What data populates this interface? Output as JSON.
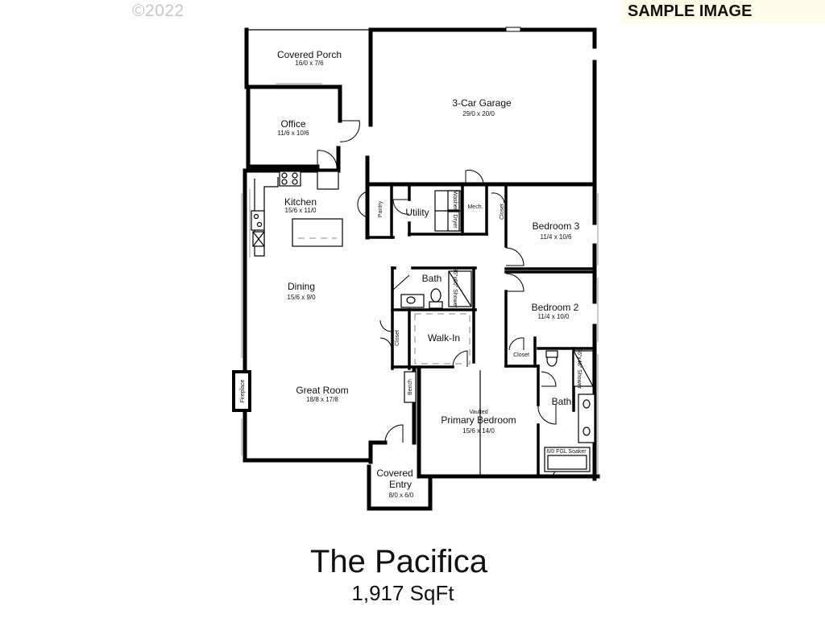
{
  "copyright": "©2022",
  "badge": "SAMPLE IMAGE",
  "plan": {
    "name": "The Pacifica",
    "area": "1,917 SqFt"
  },
  "rooms": {
    "covered_porch": {
      "name": "Covered Porch",
      "dims": "16/0 x 7/6"
    },
    "office": {
      "name": "Office",
      "dims": "11/6 x 10/6"
    },
    "garage": {
      "name": "3-Car Garage",
      "dims": "29/0 x 20/0"
    },
    "kitchen": {
      "name": "Kitchen",
      "dims": "15/6 x 11/0"
    },
    "pantry": {
      "name": "Pantry"
    },
    "utility": {
      "name": "Utility"
    },
    "washer": {
      "name": "Washer"
    },
    "dryer": {
      "name": "Dryer"
    },
    "mech": {
      "name": "Mech."
    },
    "closet_bed3": {
      "name": "Closet"
    },
    "bedroom3": {
      "name": "Bedroom 3",
      "dims": "11/4 x 10/6"
    },
    "bath_hall": {
      "name": "Bath"
    },
    "shower_hall": {
      "name": "36\"x60\" Shower"
    },
    "dining": {
      "name": "Dining",
      "dims": "15/6 x 9/0"
    },
    "bedroom2": {
      "name": "Bedroom 2",
      "dims": "11/4 x 10/0"
    },
    "closet_hall": {
      "name": "Closet"
    },
    "walk_in": {
      "name": "Walk-In"
    },
    "closet_bed2": {
      "name": "Closet"
    },
    "shower_primary": {
      "name": "36\"x48\" Shower"
    },
    "fireplace": {
      "name": "Fireplace"
    },
    "bench": {
      "name": "Bench"
    },
    "great_room": {
      "name": "Great Room",
      "dims": "18/8 x 17/8"
    },
    "bath_primary": {
      "name": "Bath"
    },
    "primary_bedroom": {
      "name": "Primary Bedroom",
      "dims": "15/6 x 14/0",
      "note": "Vaulted"
    },
    "soaker": {
      "name": "6/0 FGL Soaker"
    },
    "covered_entry": {
      "name": "Covered Entry",
      "dims": "8/0 x 6/0",
      "line1": "Covered",
      "line2": "Entry"
    }
  },
  "colors": {
    "walls": "#000000",
    "badge_bg": "#fffbe9",
    "copyright": "#c8c8c8"
  }
}
